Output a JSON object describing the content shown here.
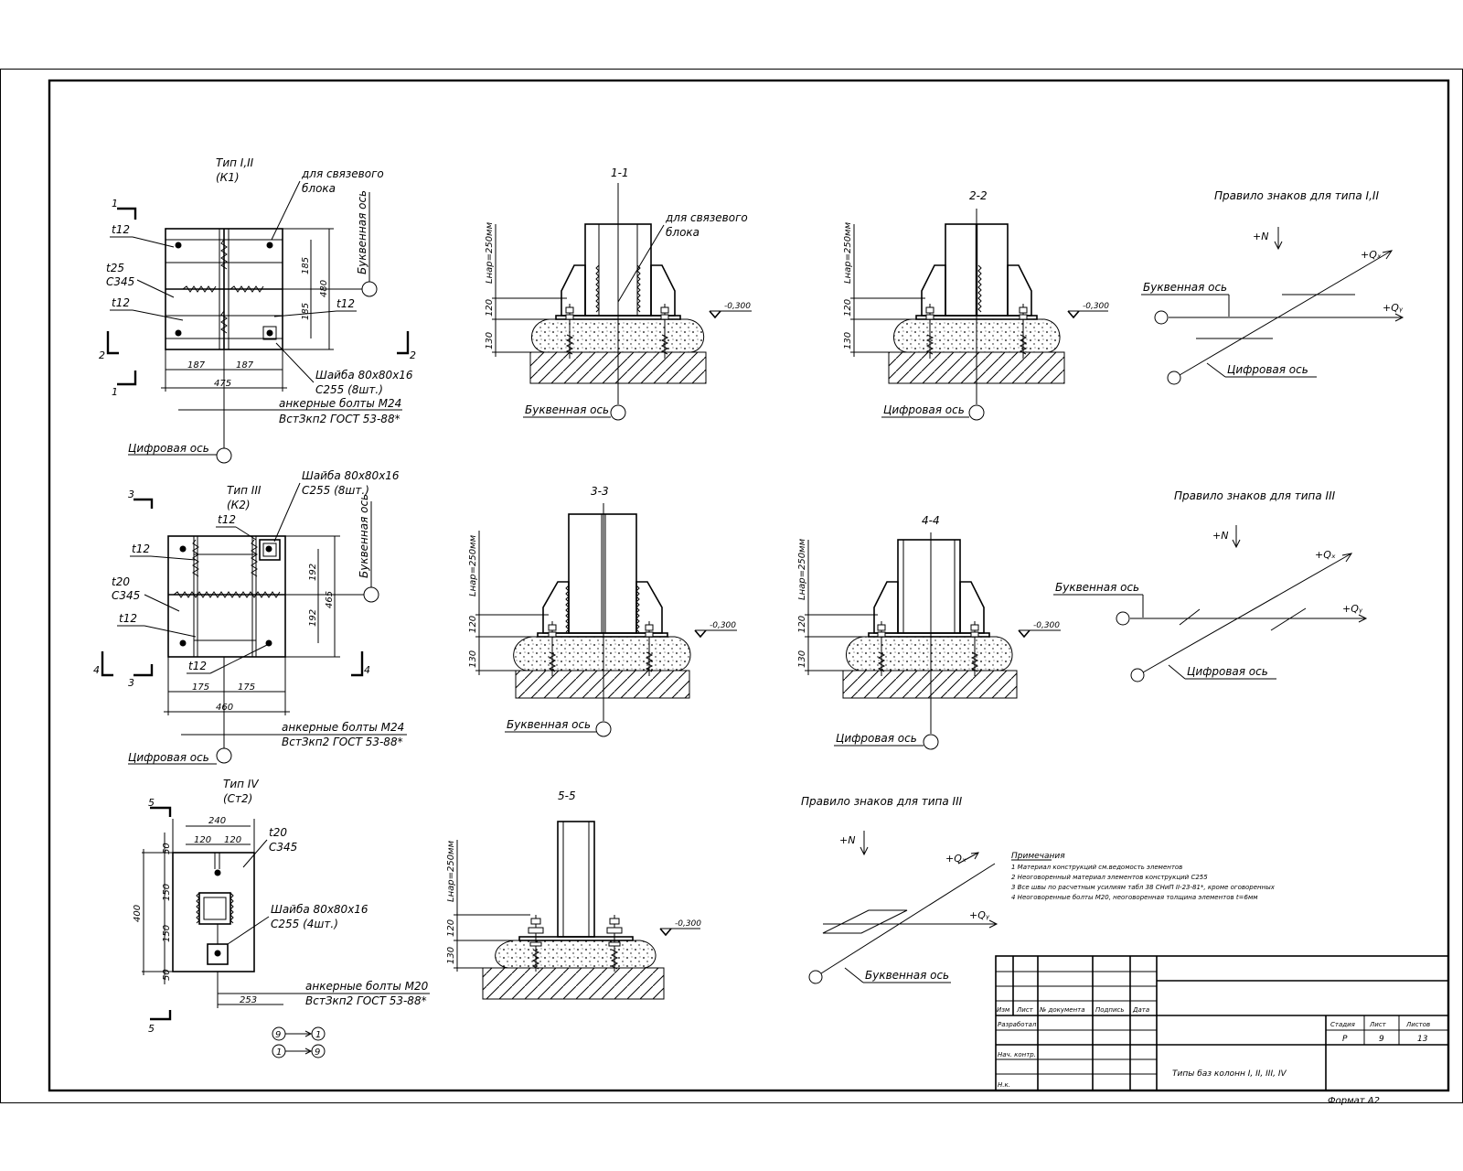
{
  "plan_k1": {
    "title": "Тип I,II",
    "subtitle": "(К1)",
    "note_svyaz": [
      "для связевого",
      "блока"
    ],
    "axis_letter": "Буквенная ось",
    "axis_digit": "Цифровая ось",
    "plate_top": "t12",
    "plate_base": [
      "t25",
      "С345"
    ],
    "plate_bottom": "t12",
    "plate_right": "t12",
    "dims": [
      "185",
      "185",
      "480",
      "187",
      "187",
      "475"
    ],
    "washer": [
      "Шайба 80х80х16",
      "С255 (8шт.)"
    ],
    "bolts": [
      "анкерные болты М24",
      "ВстЗкп2 ГОСТ 53-88*"
    ],
    "cut_marks": [
      "1",
      "1",
      "2",
      "2"
    ]
  },
  "plan_k2": {
    "title": "Тип III",
    "subtitle": "(К2)",
    "axis_letter": "Буквенная ось",
    "axis_digit": "Цифровая ось",
    "plate_top": "t12",
    "plate_left1": "t12",
    "plate_base": [
      "t20",
      "С345"
    ],
    "plate_left2": "t12",
    "plate_bottom": "t12",
    "dims": [
      "192",
      "192",
      "465",
      "175",
      "175",
      "460"
    ],
    "washer": [
      "Шайба 80х80х16",
      "С255 (8шт.)"
    ],
    "bolts": [
      "анкерные болты М24",
      "ВстЗкп2 ГОСТ 53-88*"
    ],
    "cut_marks": [
      "3",
      "3",
      "4",
      "4"
    ]
  },
  "plan_cm2": {
    "title": "Тип IV",
    "subtitle": "(Ст2)",
    "plate": [
      "t20",
      "С345"
    ],
    "dims_h": [
      "240",
      "120",
      "120",
      "253"
    ],
    "dims_v": [
      "50",
      "150",
      "150",
      "50",
      "400"
    ],
    "washer": [
      "Шайба 80х80х16",
      "С255 (4шт.)"
    ],
    "bolts": [
      "анкерные болты М20",
      "ВстЗкп2 ГОСТ 53-88*"
    ],
    "cut_marks": [
      "5",
      "5"
    ],
    "axis_markers": [
      "9",
      "1",
      "1",
      "9"
    ]
  },
  "sections": {
    "s1": {
      "title": "1-1",
      "note": [
        "для связевого",
        "блока"
      ],
      "axis": "Буквенная ось"
    },
    "s2": {
      "title": "2-2",
      "axis": "Цифровая ось"
    },
    "s3": {
      "title": "3-3",
      "axis": "Буквенная ось"
    },
    "s4": {
      "title": "4-4",
      "axis": "Цифровая ось"
    },
    "s5": {
      "title": "5-5"
    },
    "lnar": "Lнар=250мм",
    "dim120": "120",
    "dim130": "130",
    "elev": "-0,300"
  },
  "sign_rules": {
    "r1": {
      "title": "Правило знаков для типа I,II",
      "N": "+N",
      "Qx": "+Qₓ",
      "Qy": "+Qᵧ",
      "letter": "Буквенная ось",
      "digit": "Цифровая ось"
    },
    "r2": {
      "title": "Правило знаков для типа III",
      "N": "+N",
      "Qx": "+Qₓ",
      "Qy": "+Qᵧ",
      "letter": "Буквенная ось",
      "digit": "Цифровая ось"
    },
    "r3": {
      "title": "Правило знаков для типа III",
      "N": "+N",
      "Qx": "+Qₓ",
      "Qy": "+Qᵧ",
      "letter": "Буквенная ось"
    }
  },
  "notes": {
    "title": "Примечания",
    "items": [
      "1   Материал конструкций см.ведомость элементов",
      "2   Неоговоренный материал элементов конструкций С255",
      "3   Все швы по расчетным усилиям табл 38 СНиП II-23-81*, кроме оговоренных",
      "4   Неоговоренные болты М20, неоговоренная толщина элементов t=6мм"
    ]
  },
  "title_block": {
    "col_headers": [
      "Изм",
      "Лист",
      "№ документа",
      "Подпись",
      "Дата"
    ],
    "rows": [
      "Разработал",
      "Нач. контр.",
      "Н.к."
    ],
    "stage_headers": [
      "Стадия",
      "Лист",
      "Листов"
    ],
    "stage_values": [
      "Р",
      "9",
      "13"
    ],
    "sheet_title": "Типы баз колонн I, II, III, IV",
    "format": "Формат А2"
  }
}
